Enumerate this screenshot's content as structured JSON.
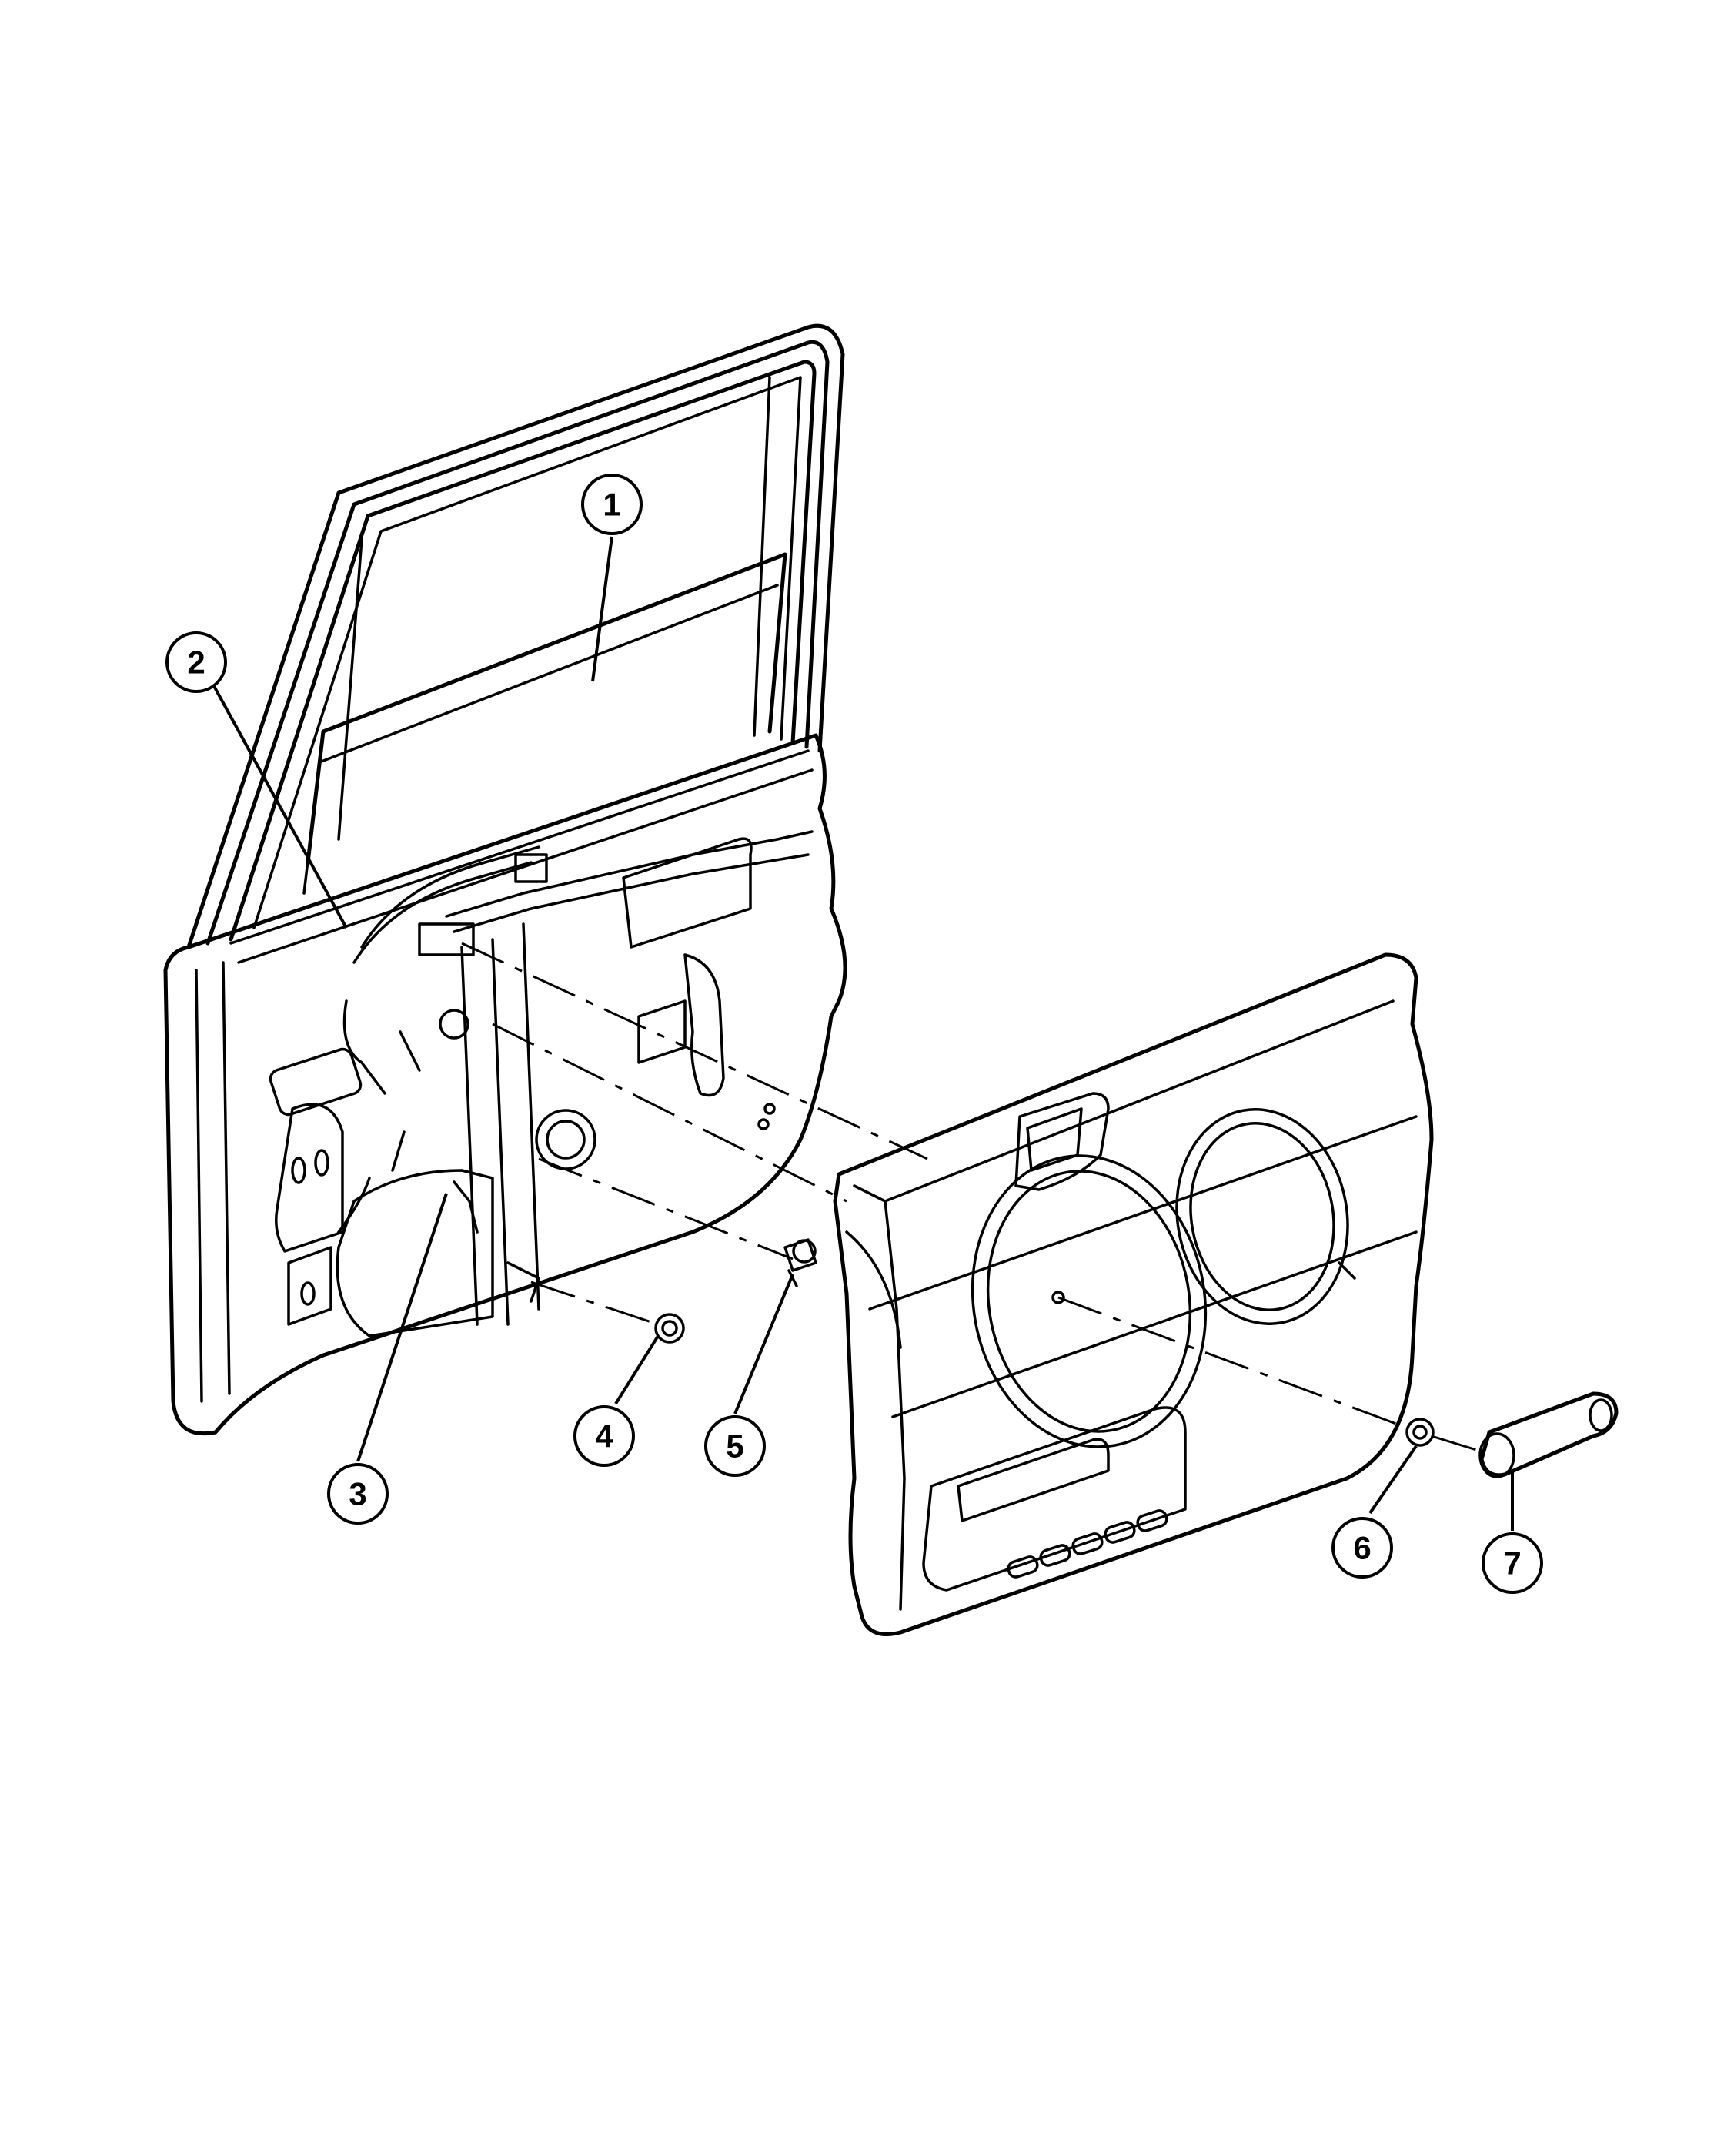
{
  "callouts": [
    {
      "number": "1"
    },
    {
      "number": "2"
    },
    {
      "number": "3"
    },
    {
      "number": "4"
    },
    {
      "number": "5"
    },
    {
      "number": "6"
    },
    {
      "number": "7"
    }
  ]
}
